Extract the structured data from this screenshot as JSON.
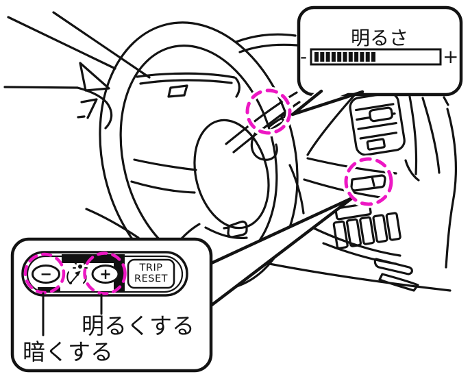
{
  "colors": {
    "line": "#131313",
    "highlight": "#ED17C3",
    "background": "#FFFFFF",
    "black_fill": "#111111"
  },
  "brightness_callout": {
    "title": "明るさ",
    "min_label": "-",
    "max_label": "+",
    "gauge": {
      "type": "segmented-bar",
      "segments_filled": 11
    }
  },
  "panel_callout": {
    "buttons": {
      "minus": {
        "label": "−"
      },
      "plus": {
        "label": "+"
      },
      "trip_reset": {
        "line1": "TRIP",
        "line2": "RESET"
      }
    },
    "dimmer_icon": "instrument-brightness-icon",
    "labels": {
      "brighten": "明るくする",
      "darken": "暗くする"
    }
  }
}
